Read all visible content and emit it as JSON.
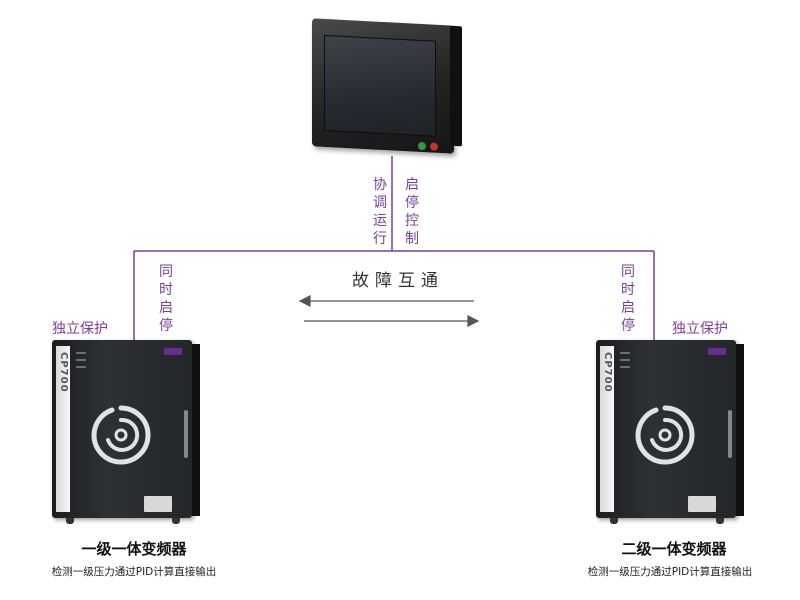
{
  "hmi": {
    "label_left": "协调运行",
    "label_right": "启停控制"
  },
  "fault_label": "故障互通",
  "left_drive": {
    "sync_label": "同时启停",
    "protect_label": "独立保护",
    "model": "CP700",
    "name": "一级一体变频器",
    "desc": "检测一级压力通过PID计算直接输出"
  },
  "right_drive": {
    "sync_label": "同时启停",
    "protect_label": "独立保护",
    "model": "CP700",
    "name": "二级一体变频器",
    "desc": "检测一级压力通过PID计算直接输出"
  },
  "colors": {
    "accent": "#7b3f98",
    "arrow": "#555555"
  }
}
